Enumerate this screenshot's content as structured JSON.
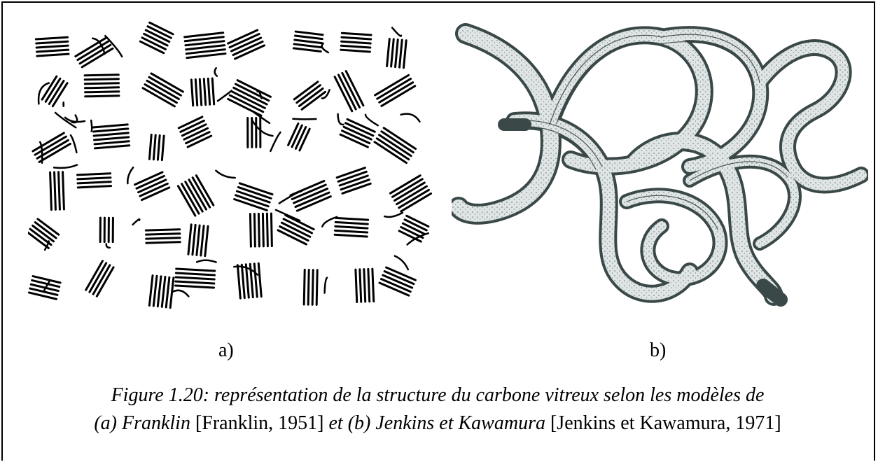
{
  "figure": {
    "panel_a_label": "a)",
    "panel_b_label": "b)",
    "caption": {
      "line1": "Figure 1.20: représentation de la structure du carbone vitreux selon les modèles de",
      "line2_part1": "(a) Franklin",
      "line2_ref1": " [Franklin, 1951] ",
      "line2_part2": " et (b) Jenkins et Kawamura",
      "line2_ref2": " [Jenkins et Kawamura, 1971]"
    }
  }
}
